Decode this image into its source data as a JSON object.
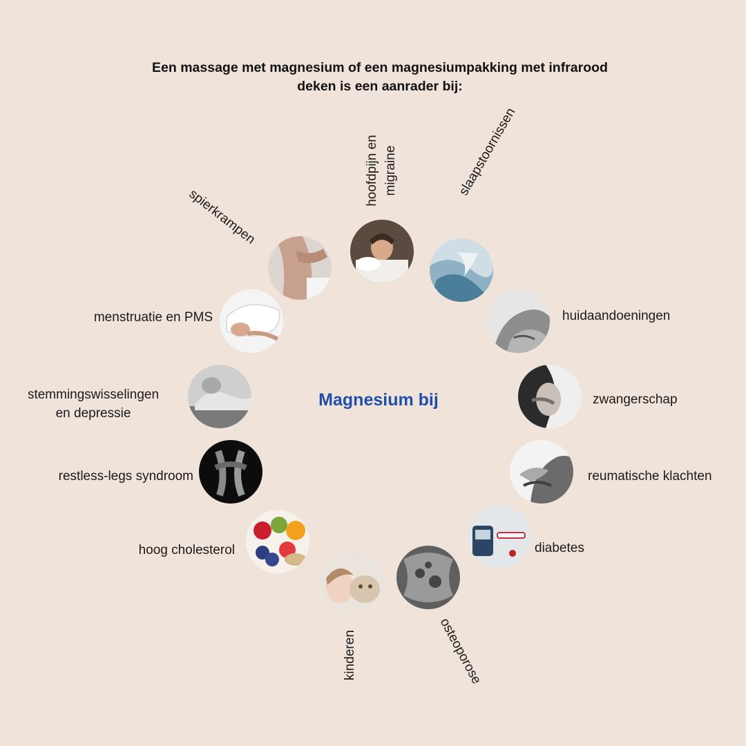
{
  "heading": {
    "line1": "Een massage met magnesium of een magnesiumpakking met infrarood",
    "line2": "deken is een aanrader bij:"
  },
  "center_title": "Magnesium bij",
  "items": [
    {
      "label": "hoofdpijn en",
      "label2": "migraine"
    },
    {
      "label": "slaapstoornissen"
    },
    {
      "label": "huidaandoeningen"
    },
    {
      "label": "zwangerschap"
    },
    {
      "label": "reumatische klachten"
    },
    {
      "label": "diabetes"
    },
    {
      "label": "osteoporose"
    },
    {
      "label": "kinderen"
    },
    {
      "label": "hoog cholesterol"
    },
    {
      "label": "restless-legs syndroom"
    },
    {
      "label": "stemmingswisselingen",
      "label2": "en depressie"
    },
    {
      "label": "menstruatie en PMS"
    },
    {
      "label": "spierkrampen"
    }
  ],
  "colors": {
    "background": "#f0e3da",
    "accent": "#1f4fa8"
  }
}
